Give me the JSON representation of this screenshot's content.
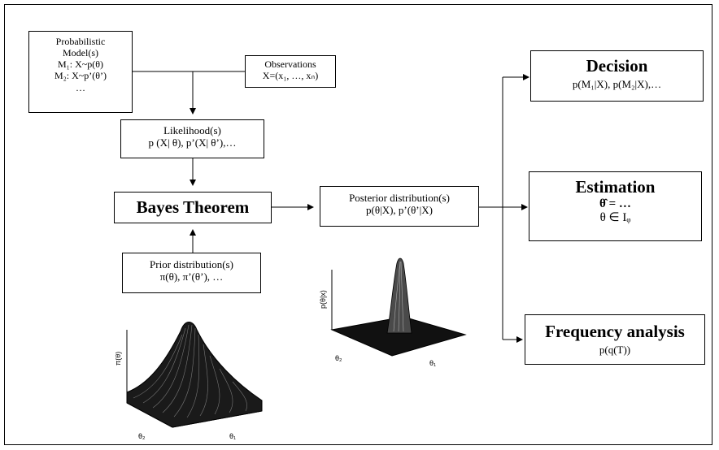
{
  "nodes": {
    "model": {
      "lines": [
        "Probabilistic",
        "Model(s)",
        "M₁: X~p(θ)",
        "M₂: X~p’(θ’)",
        "…"
      ]
    },
    "observations": {
      "lines": [
        "Observations",
        "X=(x₁, …, xₙ)"
      ]
    },
    "likelihood": {
      "lines": [
        "Likelihood(s)",
        "p (X| θ), p’(X| θ’),…"
      ]
    },
    "bayes": {
      "lines": [
        "Bayes Theorem"
      ]
    },
    "prior": {
      "lines": [
        "Prior distribution(s)",
        "π(θ), π’(θ’), …"
      ]
    },
    "posterior": {
      "lines": [
        "Posterior distribution(s)",
        "p(θ|X), p’(θ’|X)"
      ]
    },
    "decision": {
      "lines": [
        "Decision",
        "p(M₁|X), p(M₂|X),…"
      ]
    },
    "estimation": {
      "lines": [
        "Estimation",
        "θ̂  = …",
        "θ ∈ Iᵩ"
      ]
    },
    "frequency": {
      "lines": [
        "Frequency analysis",
        "p(q(T))"
      ]
    }
  },
  "plots": {
    "prior_surface": {
      "zlabel": "π(θ)",
      "xlabel": "θ₂",
      "ylabel": "θ₁"
    },
    "posterior_surface": {
      "zlabel": "p(θ|x)",
      "xlabel": "θ₂",
      "ylabel": "θ₁"
    }
  },
  "colors": {
    "ink": "#000000",
    "background": "#ffffff"
  }
}
